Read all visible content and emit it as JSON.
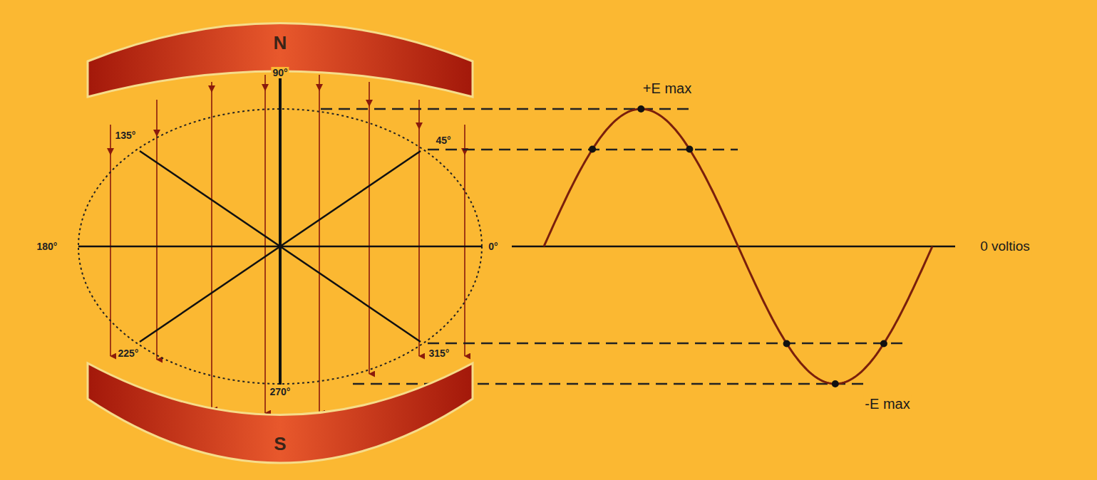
{
  "diagram": {
    "nodes": [
      {
        "text": [
          "N"
        ]
      },
      {
        "text": [
          "S"
        ]
      }
    ],
    "labels": [
      "90°",
      "135°",
      "45°",
      "180°",
      "0°",
      "225°",
      "270°",
      "315°",
      "+E max",
      "-E max",
      "0 voltios"
    ]
  }
}
